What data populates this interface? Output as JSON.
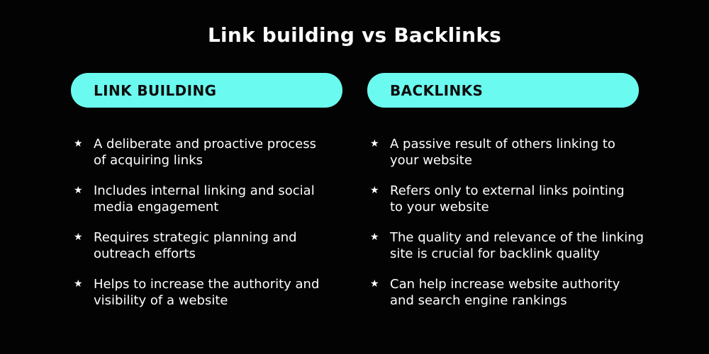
{
  "title": "Link building vs Backlinks",
  "bullet_glyph": "★",
  "colors": {
    "background": "#030303",
    "accent_cyan": "#6BFAEF",
    "body_text": "#FFFFFF",
    "pill_text": "#0D0D0D"
  },
  "columns": [
    {
      "header": "LINK BUILDING",
      "items": [
        {
          "line1": "A deliberate and proactive process",
          "line2": "of acquiring links"
        },
        {
          "line1": "Includes internal linking and social",
          "line2": "media engagement"
        },
        {
          "line1": "Requires strategic planning and",
          "line2": "outreach efforts"
        },
        {
          "line1": "Helps to increase the authority and",
          "line2": "visibility of a website"
        }
      ]
    },
    {
      "header": "BACKLINKS",
      "items": [
        {
          "line1": "A passive result of others linking to",
          "line2": "your website"
        },
        {
          "line1": "Refers only to external links pointing",
          "line2": "to your website"
        },
        {
          "line1": "The quality and relevance of the linking",
          "line2": "site is crucial for backlink quality"
        },
        {
          "line1": "Can help increase website authority",
          "line2": "and search engine rankings"
        }
      ]
    }
  ]
}
